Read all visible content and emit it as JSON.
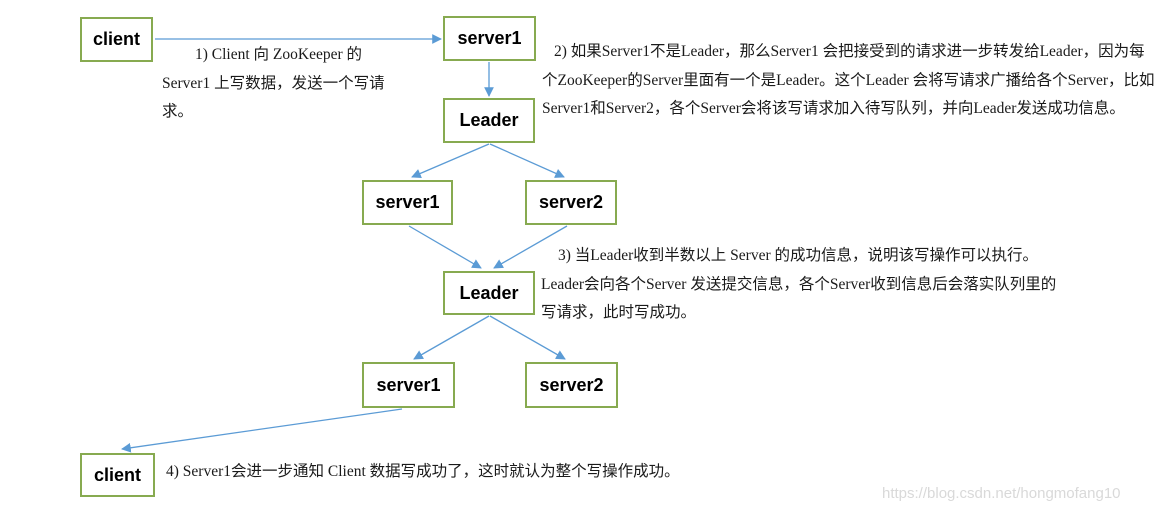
{
  "nodes": {
    "client_top": "client",
    "server1_top": "server1",
    "leader1": "Leader",
    "server1_mid": "server1",
    "server2_mid": "server2",
    "leader2": "Leader",
    "server1_bot": "server1",
    "server2_bot": "server2",
    "client_bot": "client"
  },
  "annotations": {
    "step1": "1) Client 向 ZooKeeper 的Server1 上写数据，发送一个写请求。",
    "step2": "2) 如果Server1不是Leader，那么Server1 会把接受到的请求进一步转发给Leader，因为每个ZooKeeper的Server里面有一个是Leader。这个Leader 会将写请求广播给各个Server，比如Server1和Server2，各个Server会将该写请求加入待写队列，并向Leader发送成功信息。",
    "step3": "3) 当Leader收到半数以上 Server 的成功信息，说明该写操作可以执行。Leader会向各个Server 发送提交信息，各个Server收到信息后会落实队列里的写请求，此时写成功。",
    "step4": "4) Server1会进一步通知 Client 数据写成功了，这时就认为整个写操作成功。"
  },
  "watermark": "https://blog.csdn.net/hongmofang10",
  "colors": {
    "box_border": "#87aa50",
    "arrow_color": "#5b9bd5",
    "watermark_color": "#d9d9d9",
    "label_color": "#000000"
  }
}
